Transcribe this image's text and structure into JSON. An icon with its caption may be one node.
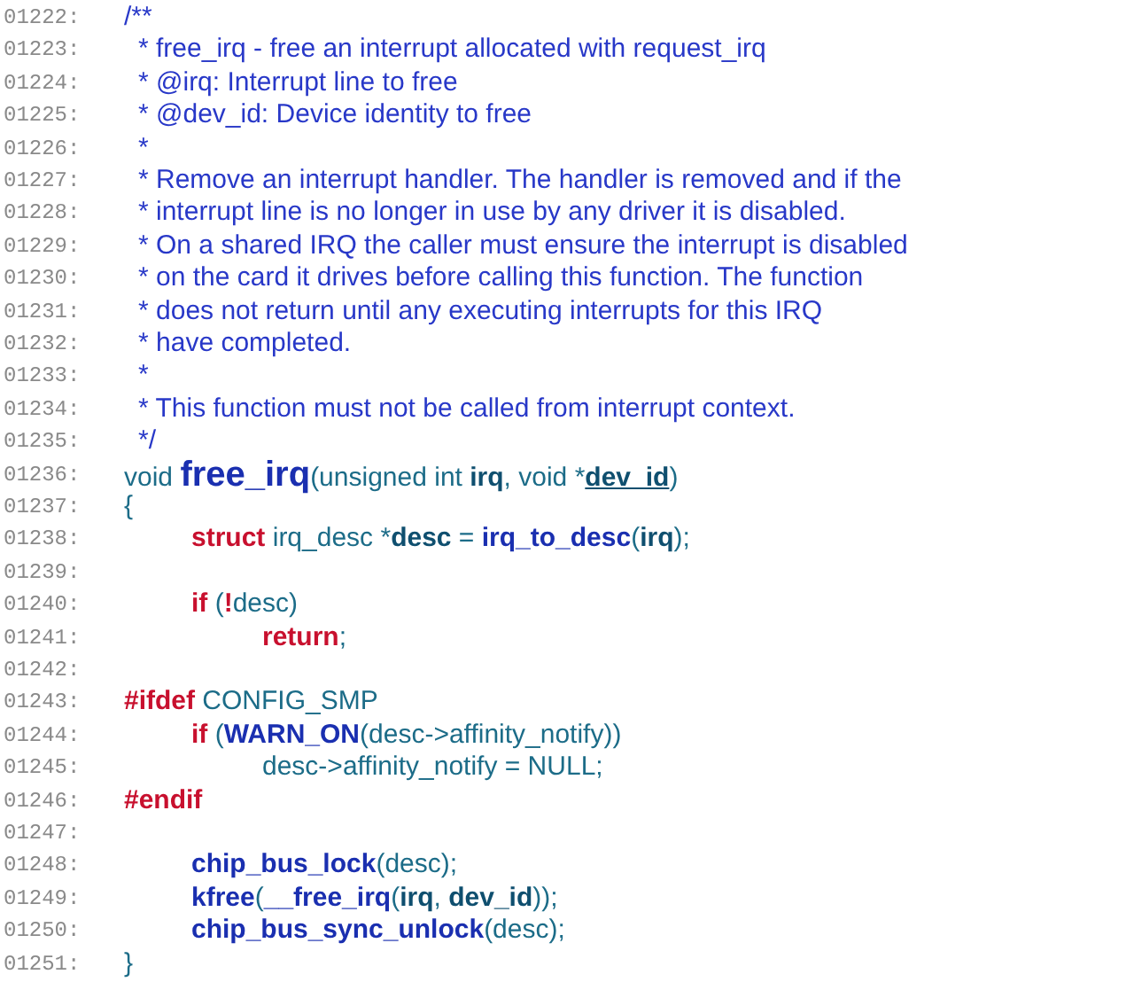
{
  "diagram": {
    "labels": [
      "01222:",
      "/**",
      "01223:",
      "* free_irq - free an interrupt allocated with request_irq",
      "01224:",
      "* @irq: Interrupt line to free",
      "01225:",
      "* @dev_id: Device identity to free",
      "01226:",
      "*",
      "01227:",
      "* Remove an interrupt handler. The handler is removed and if the",
      "01228:",
      "* interrupt line is no longer in use by any driver it is disabled.",
      "01229:",
      "* On a shared IRQ the caller must ensure the interrupt is disabled",
      "01230:",
      "* on the card it drives before calling this function. The function",
      "01231:",
      "* does not return until any executing interrupts for this IRQ",
      "01232:",
      "* have completed.",
      "01233:",
      "*",
      "01234:",
      "* This function must not be called from interrupt context.",
      "01235:",
      "*/",
      "01236:",
      "void free_irq(unsigned int irq, void *dev_id)",
      "01237:",
      "{",
      "01238:",
      "struct irq_desc *desc = irq_to_desc(irq);",
      "01239:",
      "01240:",
      "if (!desc)",
      "01241:",
      "return;",
      "01242:",
      "01243:",
      "#ifdef CONFIG_SMP",
      "01244:",
      "if (WARN_ON(desc->affinity_notify))",
      "01245:",
      "desc->affinity_notify = NULL;",
      "01246:",
      "#endif",
      "01247:",
      "01248:",
      "chip_bus_lock(desc);",
      "01249:",
      "kfree(__free_irq(irq, dev_id));",
      "01250:",
      "chip_bus_sync_unlock(desc);",
      "01251:",
      "}"
    ]
  }
}
